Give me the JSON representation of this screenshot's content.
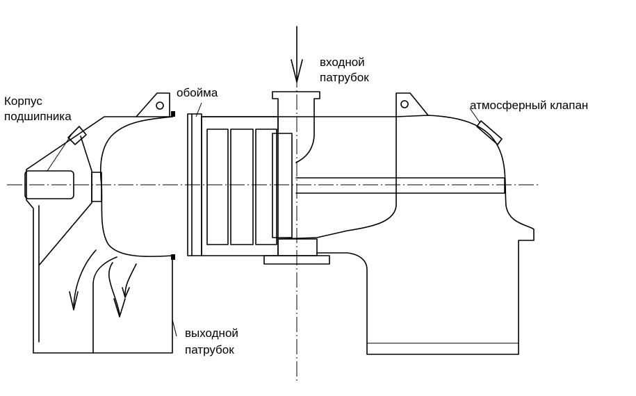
{
  "labels": {
    "bearing_housing": [
      "Корпус",
      "подшипника"
    ],
    "cage": "обойма",
    "inlet_pipe": [
      "входной",
      "патрубок"
    ],
    "atmospheric_valve": "атмосферный клапан",
    "outlet_pipe": [
      "выходной",
      "патрубок"
    ]
  },
  "colors": {
    "line": "#000000",
    "background": "#ffffff"
  }
}
